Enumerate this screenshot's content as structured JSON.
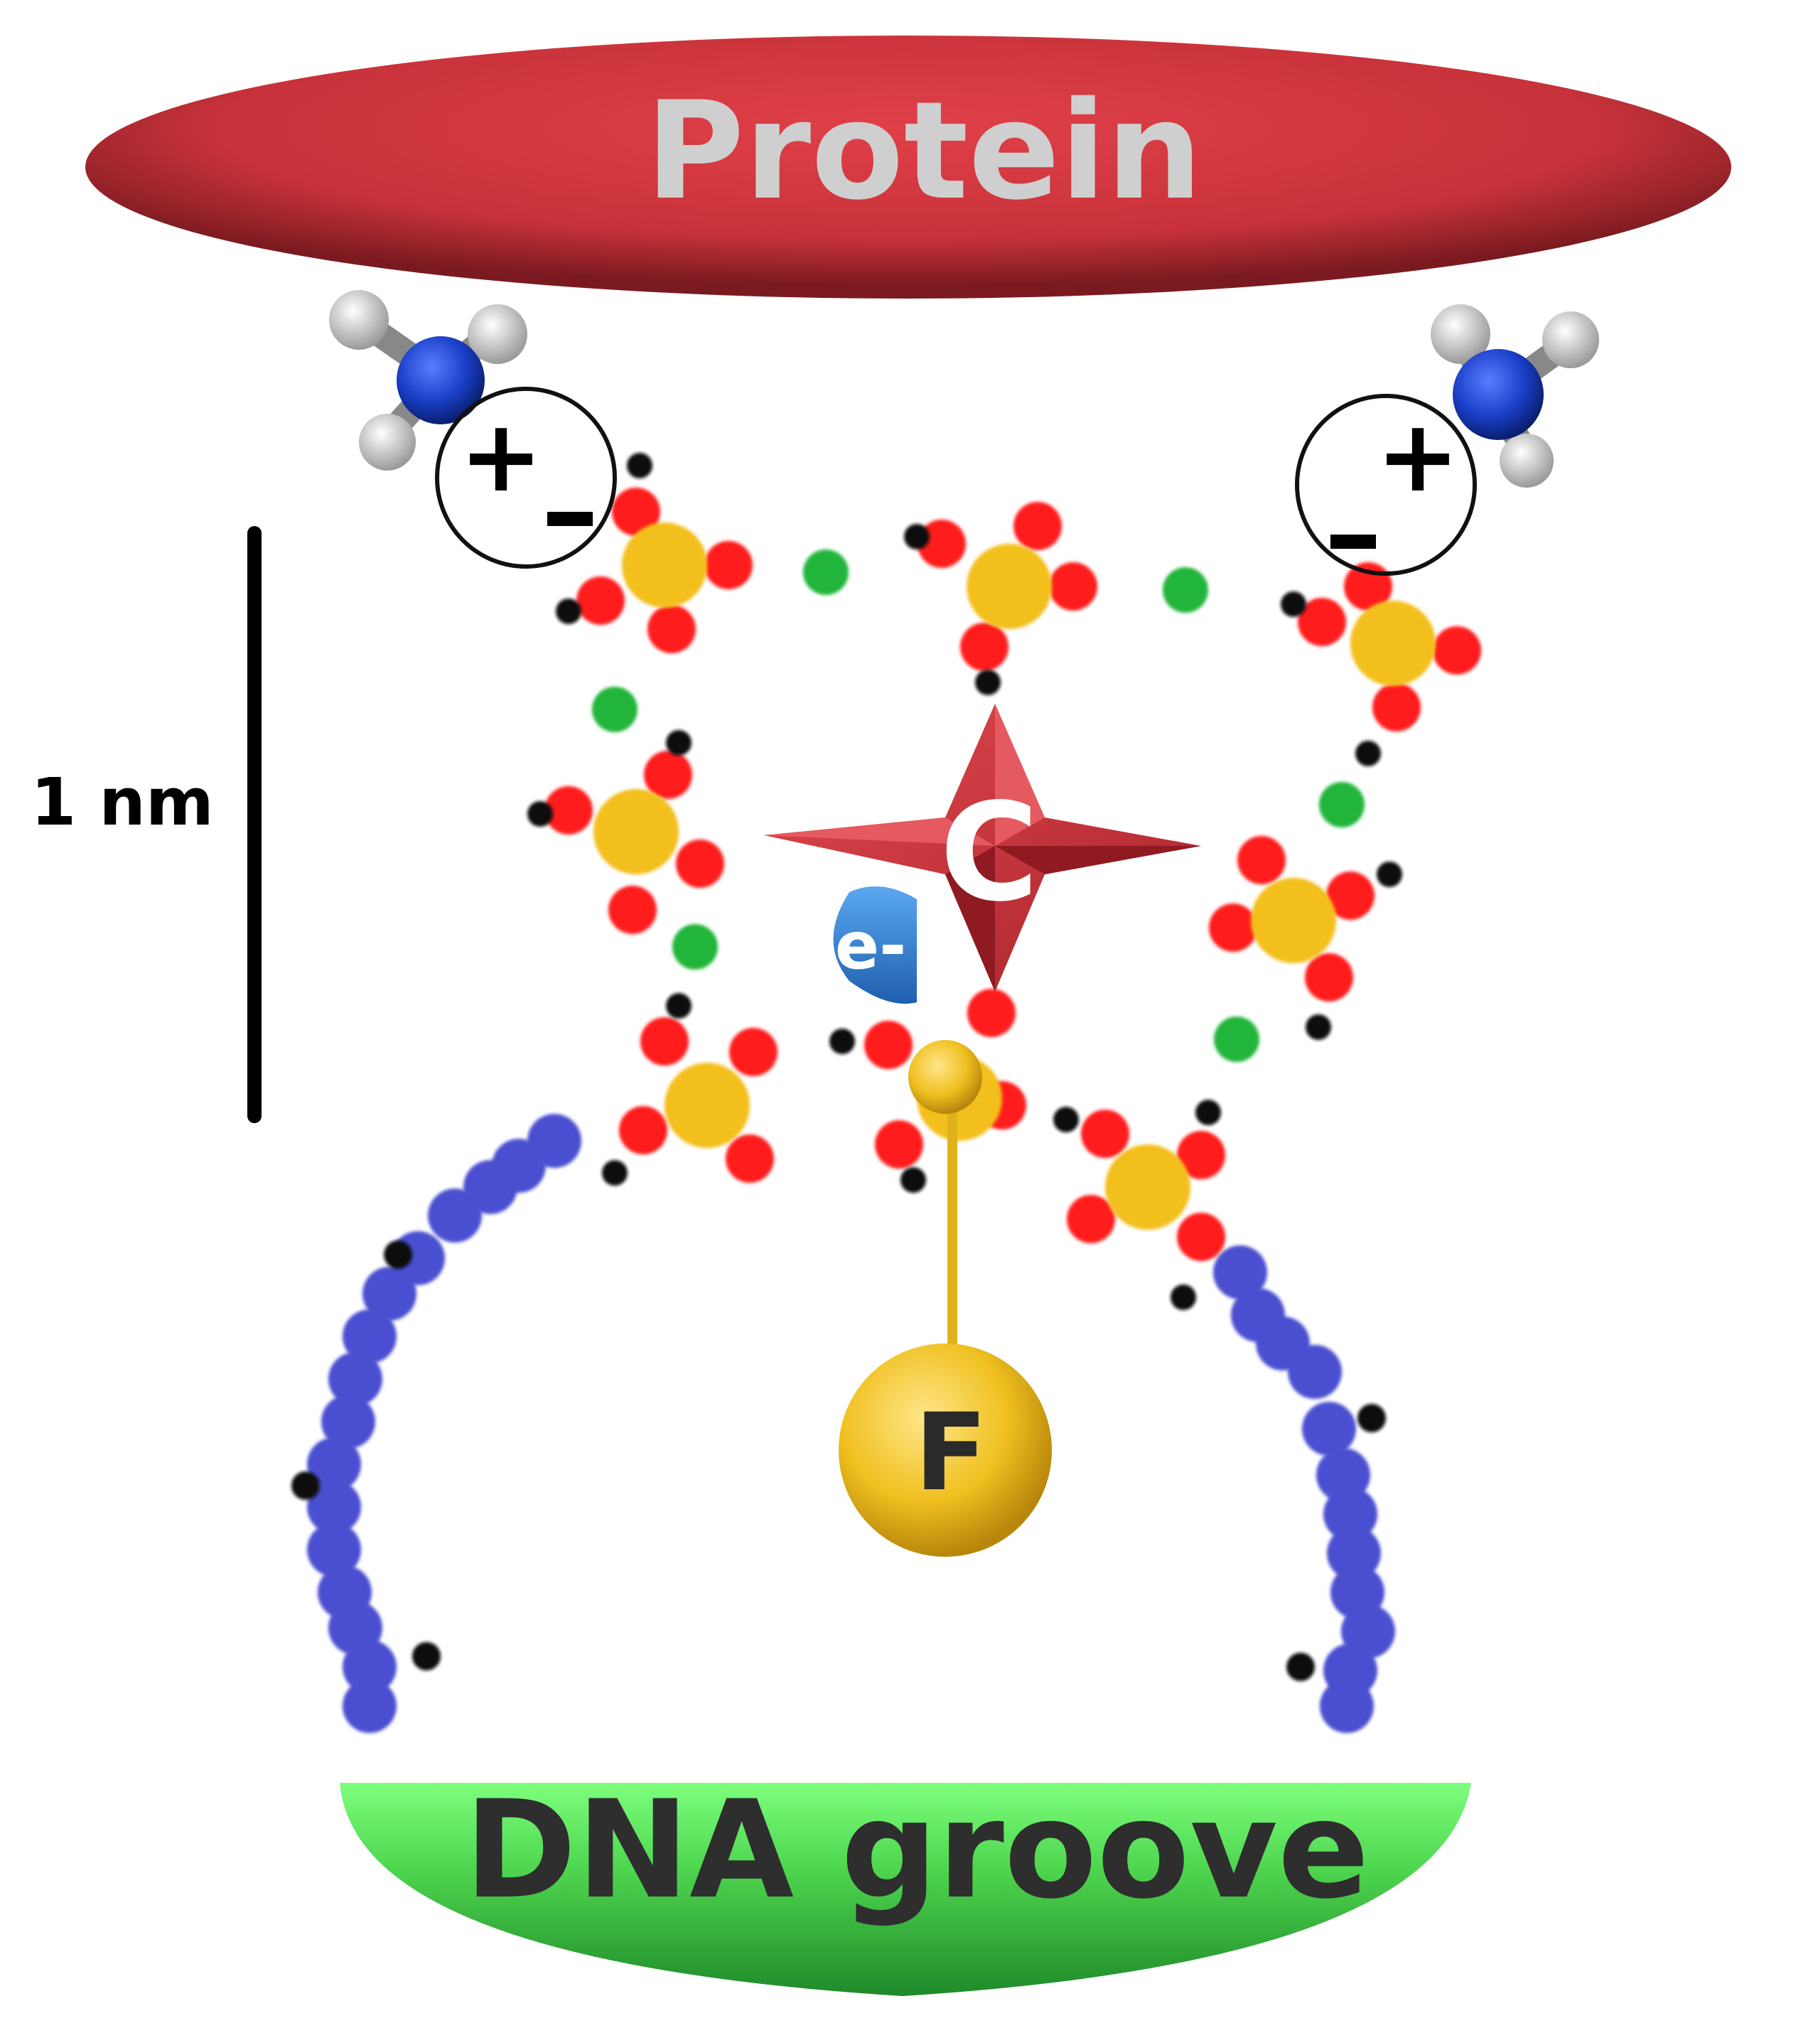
{
  "labels": {
    "protein": "Protein",
    "dna_groove": "DNA groove",
    "scale_bar": "1 nm",
    "center": "C",
    "electron": "e-",
    "fluorophore": "F",
    "plus_left": "+",
    "minus_left": "-",
    "plus_right": "+",
    "minus_right": "-"
  },
  "colors": {
    "protein": "#c8323a",
    "protein_text": "#cfcfcf",
    "dna_groove": "#4fd64f",
    "dna_text": "#2e2e2e",
    "oxygen": "#ff1a1a",
    "phosphorus": "#f3bf1f",
    "counter_ion": "#22b53a",
    "backbone": "#4a4fd0",
    "nitrogen": "#1a3fc8",
    "hydrogen": "#d9d9d9",
    "star": "#c8323a",
    "electron": "#2f7fd1",
    "fluorophore": "#f0c020"
  },
  "icons": {
    "protein": "red-ellipse",
    "dna_groove": "green-half-lens",
    "center": "four-point-star",
    "electron": "blue-droplet",
    "fluorophore": "yellow-sphere",
    "ammonium": "ball-and-stick-nh4",
    "phosphate": "ball-cluster"
  }
}
